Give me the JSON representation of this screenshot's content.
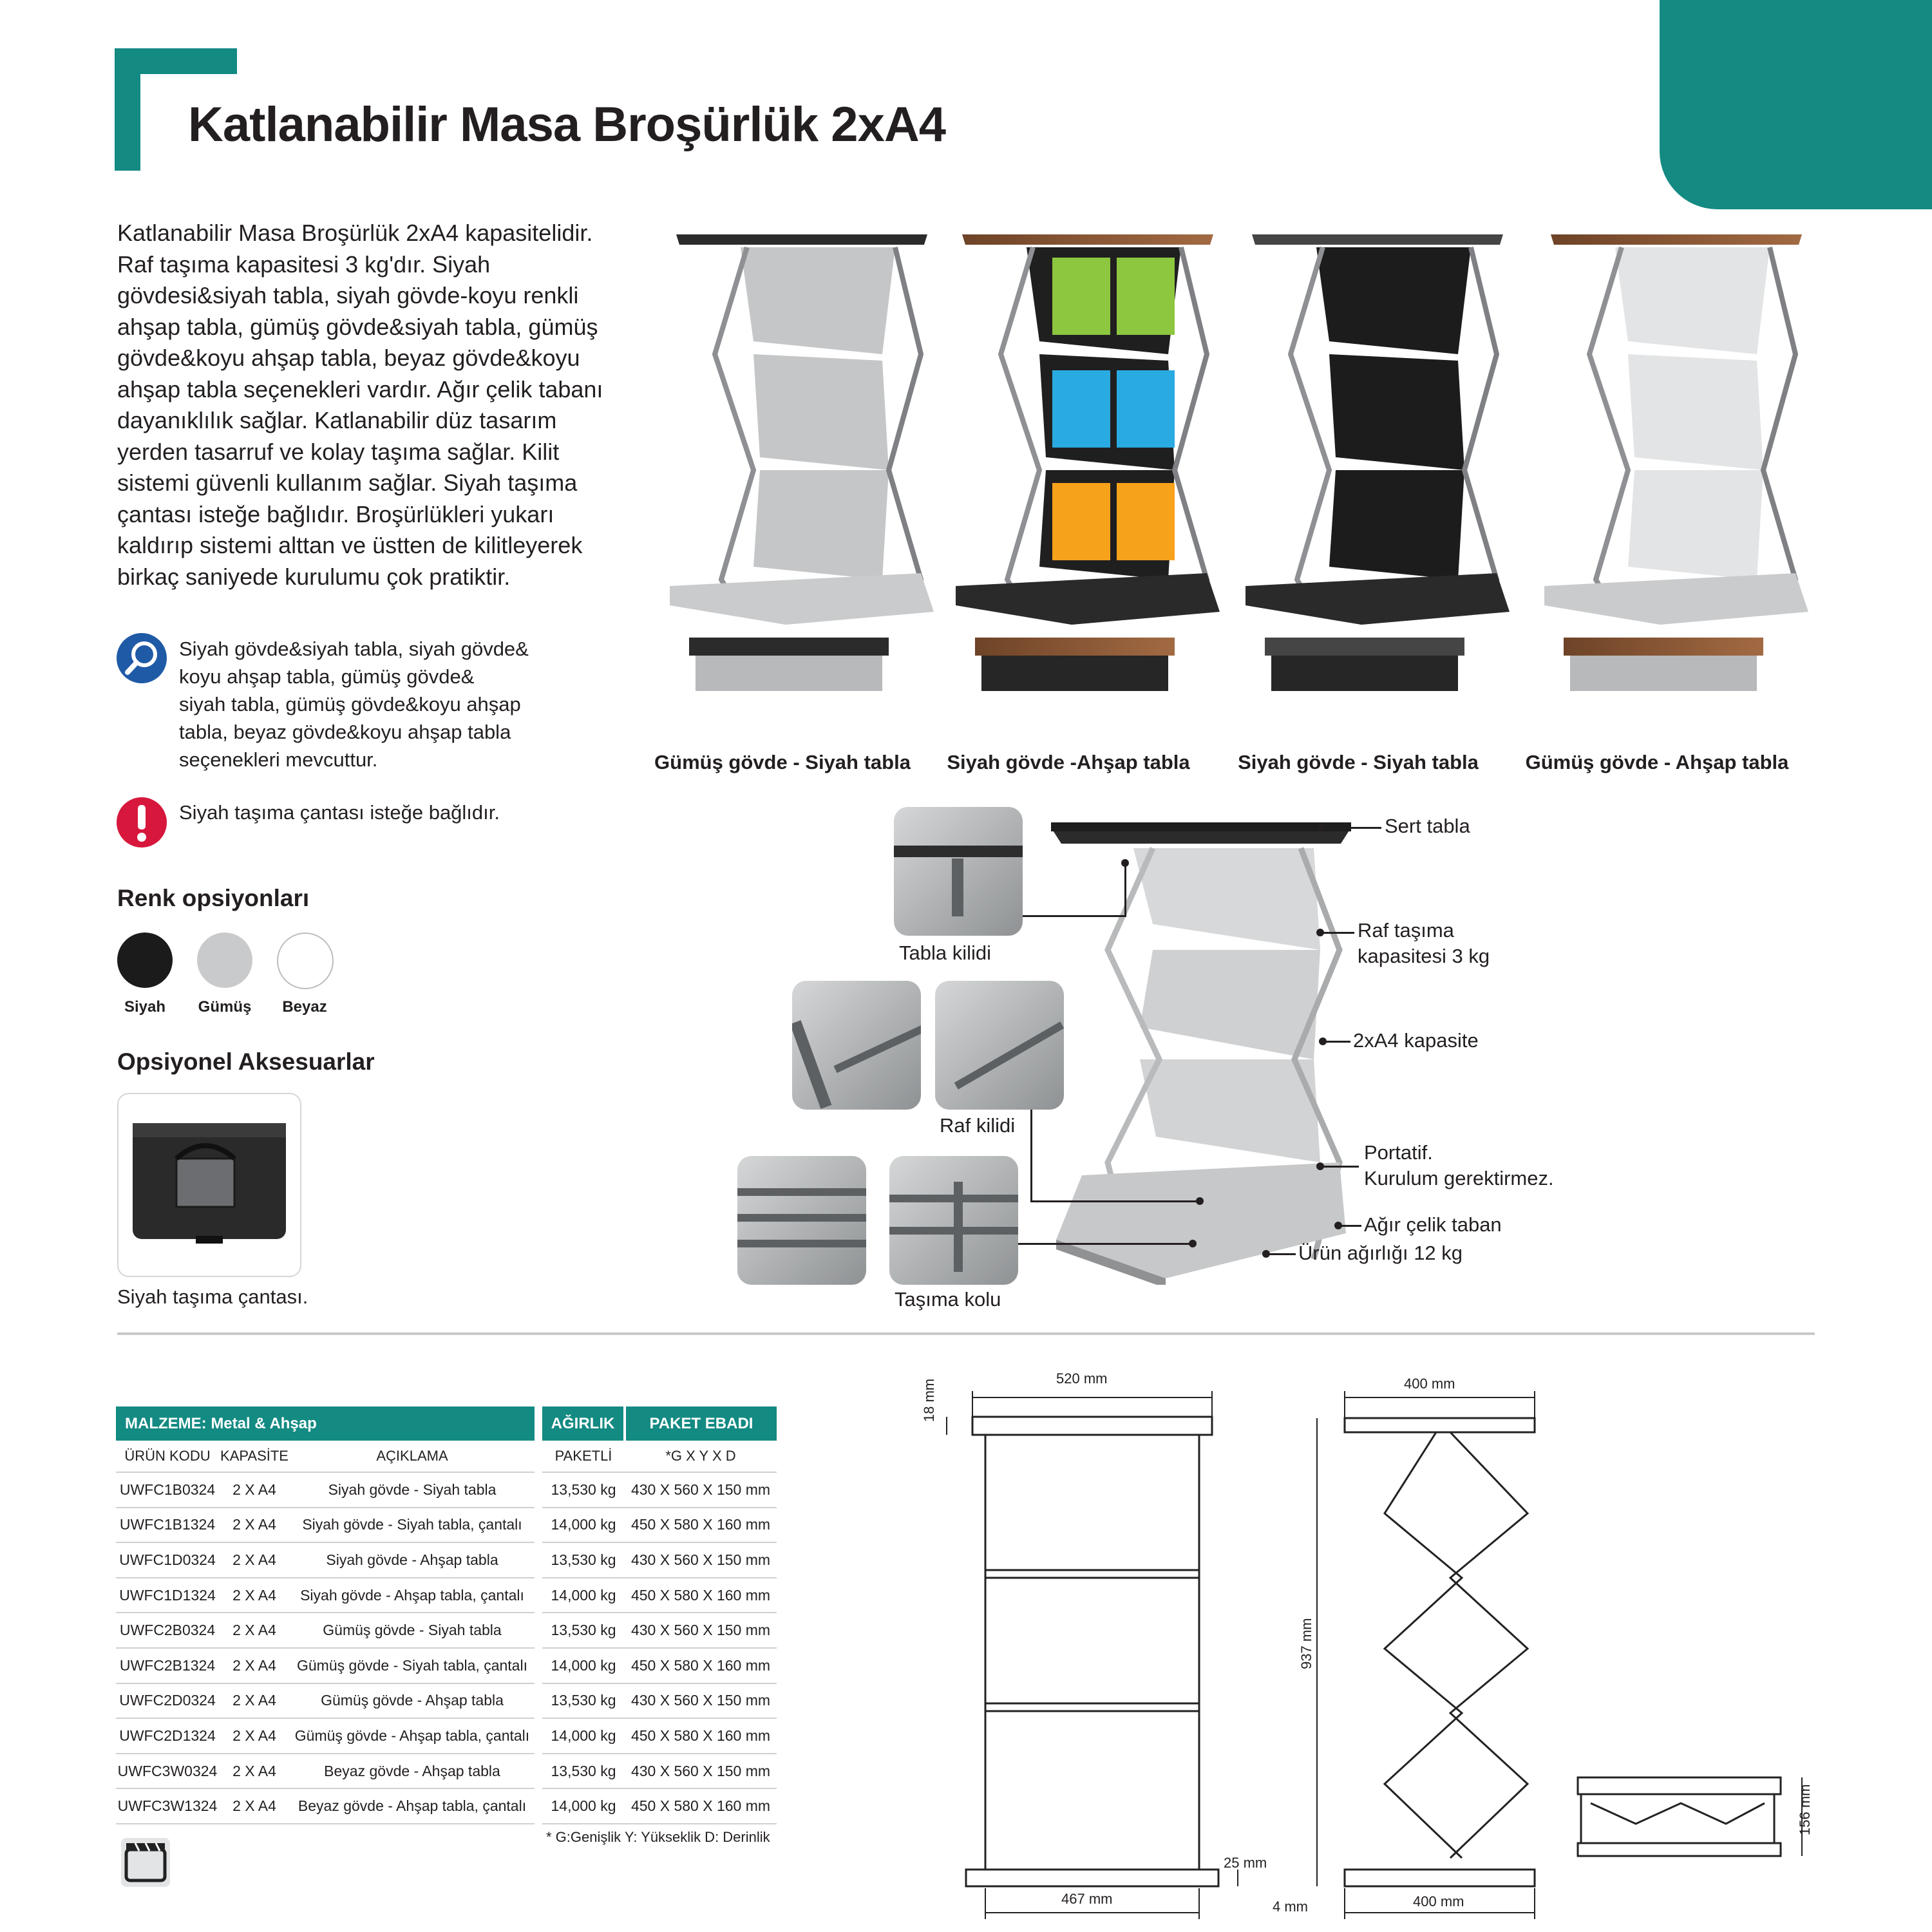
{
  "title": "Katlanabilir Masa Broşürlük 2xA4",
  "intro_lines": [
    "Katlanabilir Masa Broşürlük 2xA4 kapasitelidir.",
    "Raf taşıma kapasitesi 3 kg'dır. Siyah",
    "gövdesi&siyah tabla, siyah gövde-koyu renkli",
    "ahşap tabla, gümüş gövde&siyah tabla, gümüş",
    "gövde&koyu ahşap tabla, beyaz gövde&koyu",
    "ahşap tabla seçenekleri vardır. Ağır çelik tabanı",
    "dayanıklılık sağlar. Katlanabilir düz tasarım",
    "yerden tasarruf ve kolay taşıma sağlar. Kilit",
    "sistemi güvenli kullanım sağlar. Siyah taşıma",
    "çantası isteğe bağlıdır. Broşürlükleri yukarı",
    "kaldırıp sistemi alttan ve üstten de kilitleyerek",
    "birkaç saniyede kurulumu çok pratiktir."
  ],
  "info_note_lines": [
    "Siyah gövde&siyah tabla, siyah gövde&",
    "koyu ahşap tabla, gümüş gövde&",
    "siyah tabla, gümüş gövde&koyu ahşap",
    "tabla, beyaz gövde&koyu ahşap tabla",
    "seçenekleri mevcuttur."
  ],
  "warning_note": "Siyah taşıma çantası isteğe bağlıdır.",
  "color_options_title": "Renk opsiyonları",
  "colors": [
    {
      "label": "Siyah",
      "hex": "#1b1b1b"
    },
    {
      "label": "Gümüş",
      "hex": "#c9cacb"
    },
    {
      "label": "Beyaz",
      "hex": "#ffffff"
    }
  ],
  "accessories_title": "Opsiyonel Aksesuarlar",
  "bag_caption": "Siyah taşıma çantası.",
  "variants": [
    {
      "caption": "Gümüş gövde - Siyah tabla",
      "top": "#2b2b2b",
      "body": "#c4c6c7"
    },
    {
      "caption": "Siyah gövde -Ahşap tabla",
      "top": "#8a5a3b",
      "body": "#1f1f1f"
    },
    {
      "caption": "Siyah gövde - Siyah tabla",
      "top": "#454545",
      "body": "#1c1c1c"
    },
    {
      "caption": "Gümüş gövde - Ahşap tabla",
      "top": "#8a5a3b",
      "body": "#e3e4e5"
    }
  ],
  "callouts": {
    "sert_tabla": "Sert tabla",
    "raf_tasima_1": "Raf taşıma",
    "raf_tasima_2": "kapasitesi 3 kg",
    "kapasite": "2xA4 kapasite",
    "portatif_1": "Portatif.",
    "portatif_2": "Kurulum gerektirmez.",
    "taban": "Ağır çelik taban",
    "agirlik": "Ürün ağırlığı 12 kg",
    "tabla_kilidi": "Tabla kilidi",
    "raf_kilidi": "Raf kilidi",
    "tasima_kolu": "Taşıma kolu"
  },
  "table": {
    "material_header": "MALZEME: Metal & Ahşap",
    "weight_header": "AĞIRLIK",
    "package_header": "PAKET EBADI",
    "col_code": "ÜRÜN KODU",
    "col_capacity": "KAPASİTE",
    "col_desc": "AÇIKLAMA",
    "col_weight": "PAKETLİ",
    "col_package": "*G X Y X D",
    "rows": [
      {
        "code": "UWFC1B0324",
        "capacity": "2 X A4",
        "desc": "Siyah gövde - Siyah tabla",
        "weight": "13,530 kg",
        "package": "430 X 560 X 150 mm"
      },
      {
        "code": "UWFC1B1324",
        "capacity": "2 X A4",
        "desc": "Siyah gövde - Siyah tabla, çantalı",
        "weight": "14,000 kg",
        "package": "450 X 580 X 160 mm"
      },
      {
        "code": "UWFC1D0324",
        "capacity": "2 X A4",
        "desc": "Siyah gövde - Ahşap tabla",
        "weight": "13,530 kg",
        "package": "430 X 560 X 150 mm"
      },
      {
        "code": "UWFC1D1324",
        "capacity": "2 X A4",
        "desc": "Siyah gövde - Ahşap tabla, çantalı",
        "weight": "14,000 kg",
        "package": "450 X 580 X 160 mm"
      },
      {
        "code": "UWFC2B0324",
        "capacity": "2 X A4",
        "desc": "Gümüş gövde - Siyah tabla",
        "weight": "13,530 kg",
        "package": "430 X 560 X 150 mm"
      },
      {
        "code": "UWFC2B1324",
        "capacity": "2 X A4",
        "desc": "Gümüş gövde - Siyah tabla, çantalı",
        "weight": "14,000 kg",
        "package": "450 X 580 X 160 mm"
      },
      {
        "code": "UWFC2D0324",
        "capacity": "2 X A4",
        "desc": "Gümüş gövde - Ahşap tabla",
        "weight": "13,530 kg",
        "package": "430 X 560 X 150 mm"
      },
      {
        "code": "UWFC2D1324",
        "capacity": "2 X A4",
        "desc": "Gümüş gövde - Ahşap tabla, çantalı",
        "weight": "14,000 kg",
        "package": "450 X 580 X 160 mm"
      },
      {
        "code": "UWFC3W0324",
        "capacity": "2 X A4",
        "desc": "Beyaz gövde - Ahşap tabla",
        "weight": "13,530 kg",
        "package": "430 X 560 X 150 mm"
      },
      {
        "code": "UWFC3W1324",
        "capacity": "2 X A4",
        "desc": "Beyaz gövde - Ahşap tabla, çantalı",
        "weight": "14,000 kg",
        "package": "450 X 580 X 160 mm"
      }
    ],
    "footnote": "* G:Genişlik  Y: Yükseklik  D: Derinlik"
  },
  "dimensions": {
    "front_width_top": "520 mm",
    "top_thickness": "18 mm",
    "base_thickness": "25 mm",
    "front_width_bottom": "467 mm",
    "side_width_top": "400 mm",
    "height": "937 mm",
    "side_offset": "4 mm",
    "side_width_bottom": "400 mm",
    "folded_height": "156 mm"
  },
  "accent_color": "#138a82"
}
